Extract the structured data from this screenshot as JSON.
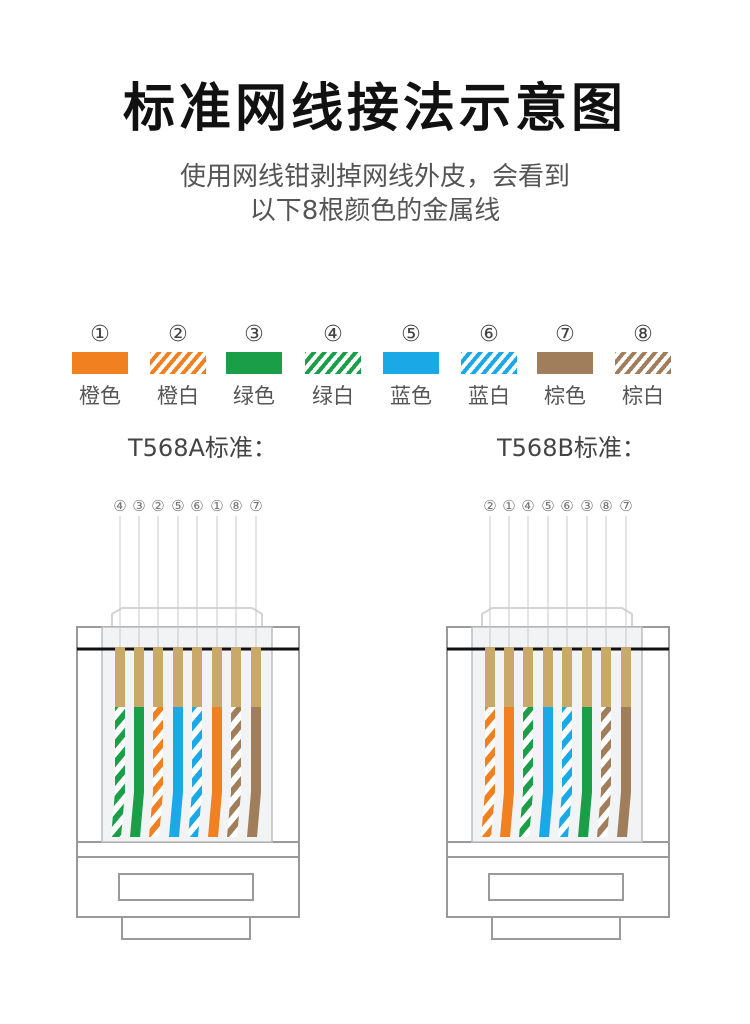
{
  "title": "标准网线接法示意图",
  "subtitle_line1": "使用网线钳剥掉网线外皮，会看到",
  "subtitle_line2": "以下8根颜色的金属线",
  "colors": {
    "orange": "#f08020",
    "green": "#1a9e48",
    "blue": "#1aa8e6",
    "brown": "#a07e5c",
    "copper": "#c8a96a"
  },
  "wires": [
    {
      "num": "①",
      "name": "橙色",
      "color": "orange",
      "striped": false
    },
    {
      "num": "②",
      "name": "橙白",
      "color": "orange",
      "striped": true
    },
    {
      "num": "③",
      "name": "绿色",
      "color": "green",
      "striped": false
    },
    {
      "num": "④",
      "name": "绿白",
      "color": "green",
      "striped": true
    },
    {
      "num": "⑤",
      "name": "蓝色",
      "color": "blue",
      "striped": false
    },
    {
      "num": "⑥",
      "name": "蓝白",
      "color": "blue",
      "striped": true
    },
    {
      "num": "⑦",
      "name": "棕色",
      "color": "brown",
      "striped": false
    },
    {
      "num": "⑧",
      "name": "棕白",
      "color": "brown",
      "striped": true
    }
  ],
  "standards": [
    {
      "label": "T568A标准：",
      "order": [
        4,
        3,
        2,
        5,
        6,
        1,
        8,
        7
      ],
      "order_text": [
        "④",
        "③",
        "②",
        "⑤",
        "⑥",
        "①",
        "⑧",
        "⑦"
      ]
    },
    {
      "label": "T568B标准：",
      "order": [
        2,
        1,
        4,
        5,
        6,
        3,
        8,
        7
      ],
      "order_text": [
        "②",
        "①",
        "④",
        "⑤",
        "⑥",
        "③",
        "⑧",
        "⑦"
      ]
    }
  ]
}
